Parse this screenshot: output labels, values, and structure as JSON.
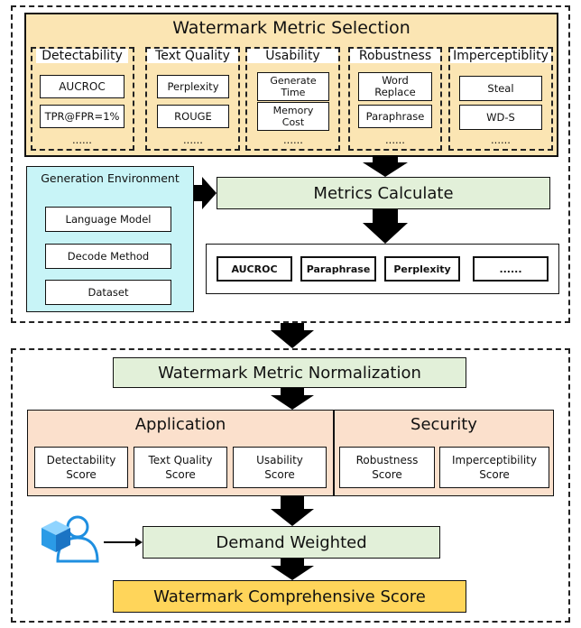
{
  "selection": {
    "title": "Watermark Metric Selection",
    "columns": [
      {
        "header": "Detectability",
        "items": [
          "AUCROC",
          "TPR@FPR=1%"
        ],
        "more": "......"
      },
      {
        "header": "Text Quality",
        "items": [
          "Perplexity",
          "ROUGE"
        ],
        "more": "......"
      },
      {
        "header": "Usability",
        "items": [
          "Generate Time",
          "Memory Cost"
        ],
        "more": "......"
      },
      {
        "header": "Robustness",
        "items": [
          "Word Replace",
          "Paraphrase"
        ],
        "more": "......"
      },
      {
        "header": "Imperceptiblity",
        "items": [
          "Steal",
          "WD-S"
        ],
        "more": "......"
      }
    ]
  },
  "environment": {
    "title": "Generation Environment",
    "items": [
      "Language Model",
      "Decode Method",
      "Dataset"
    ]
  },
  "calculate": {
    "title": "Metrics Calculate",
    "results": [
      "AUCROC",
      "Paraphrase",
      "Perplexity",
      "......"
    ]
  },
  "normalization": {
    "title": "Watermark Metric Normalization",
    "groups": [
      {
        "name": "Application",
        "scores": [
          "Detectability Score",
          "Text Quality Score",
          "Usability Score"
        ]
      },
      {
        "name": "Security",
        "scores": [
          "Robustness Score",
          "Imperceptibility Score"
        ]
      }
    ]
  },
  "weighted": {
    "title": "Demand Weighted"
  },
  "final": {
    "title": "Watermark Comprehensive Score"
  },
  "colors": {
    "selection_bg": "#fbe5b3",
    "green": "#e2f0d9",
    "cyan": "#c8f4f7",
    "peach": "#fbe0cc",
    "final": "#ffd55a",
    "user_icon": "#1f8fe0"
  }
}
